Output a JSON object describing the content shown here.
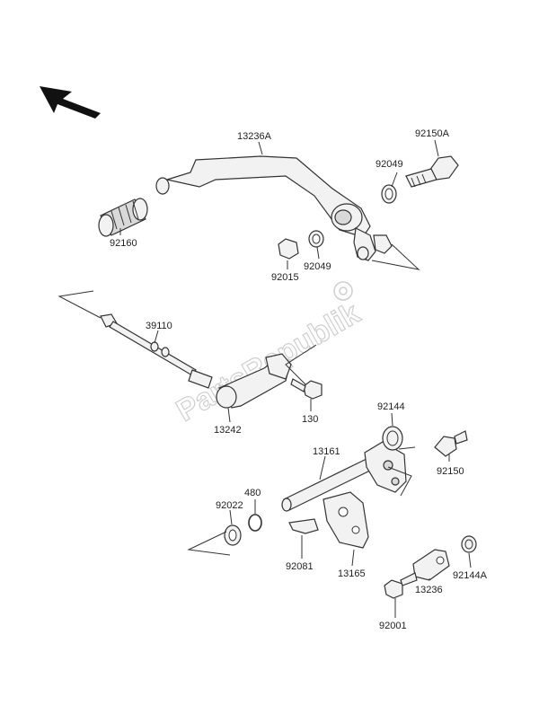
{
  "watermark": "PartsRepublik",
  "labels": {
    "l13236A": "13236A",
    "l92150A": "92150A",
    "l92049a": "92049",
    "l92049b": "92049",
    "l92160": "92160",
    "l92015": "92015",
    "l39110": "39110",
    "l13242": "13242",
    "l130": "130",
    "l92144": "92144",
    "l13161": "13161",
    "l92150": "92150",
    "l480": "480",
    "l92022": "92022",
    "l92081": "92081",
    "l13165": "13165",
    "l92144A": "92144A",
    "l13236": "13236",
    "l92001": "92001"
  },
  "icons": {
    "direction_arrow": "front-direction-arrow-icon",
    "gear_logo": "gear-logo-icon"
  }
}
